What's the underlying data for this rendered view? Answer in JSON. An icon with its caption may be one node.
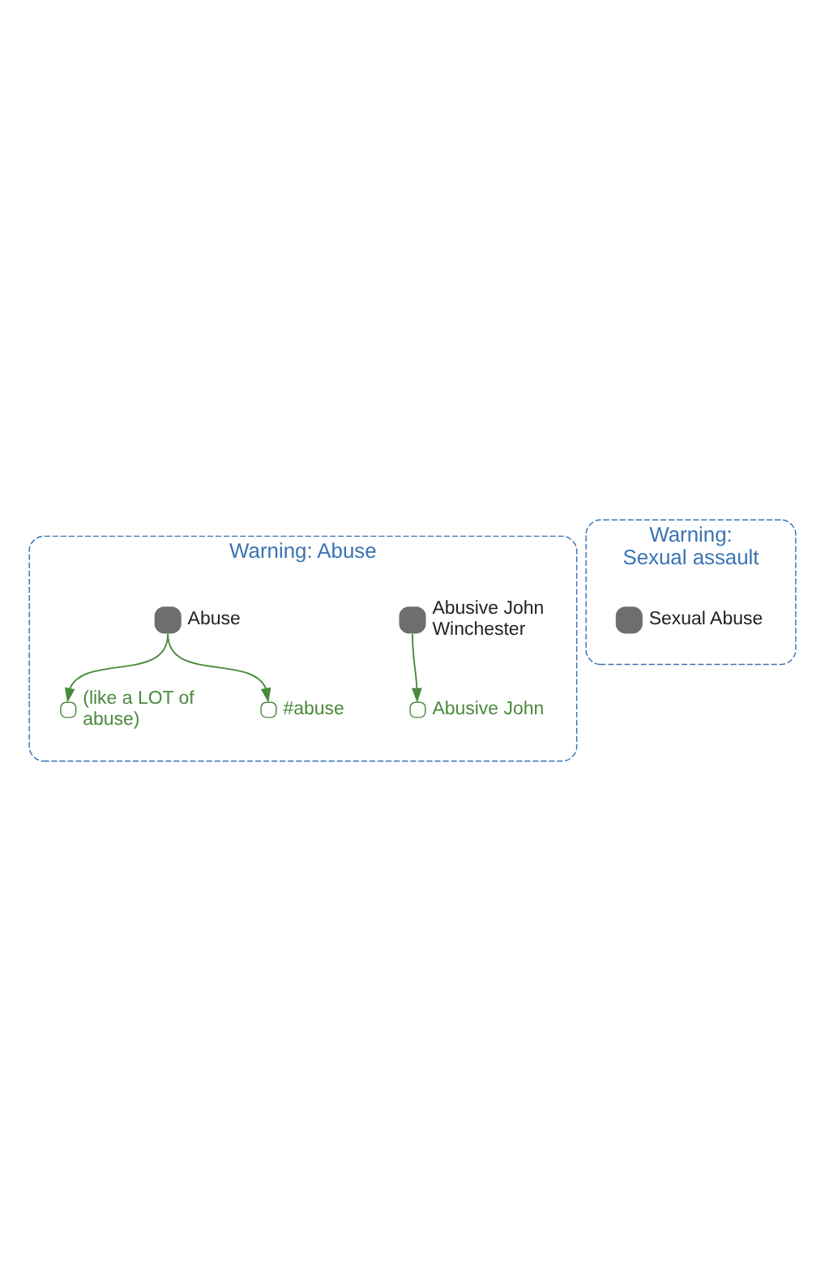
{
  "diagram": {
    "nodes": [
      {
        "text": [
          "Warning: Abuse"
        ]
      },
      {
        "text": [
          "Abusive John Winchester"
        ],
        "in": 0
      },
      {
        "text": [
          "Abusive John"
        ],
        "in": 0
      },
      {
        "text": [
          "Abuse"
        ],
        "in": 0
      },
      {
        "text": [
          "(like a LOT of abuse)"
        ],
        "in": 0
      },
      {
        "text": [
          "#abuse"
        ],
        "in": 0
      },
      {
        "text": [
          "Warning: Sexual assault"
        ]
      },
      {
        "text": [
          "Sexual Abuse"
        ],
        "in": 6
      }
    ],
    "edges": [
      {
        "from": 1,
        "to": 2,
        "arrow": "to"
      },
      {
        "from": 3,
        "to": 4,
        "arrow": "to"
      },
      {
        "from": 3,
        "to": 5,
        "arrow": "to"
      }
    ]
  }
}
